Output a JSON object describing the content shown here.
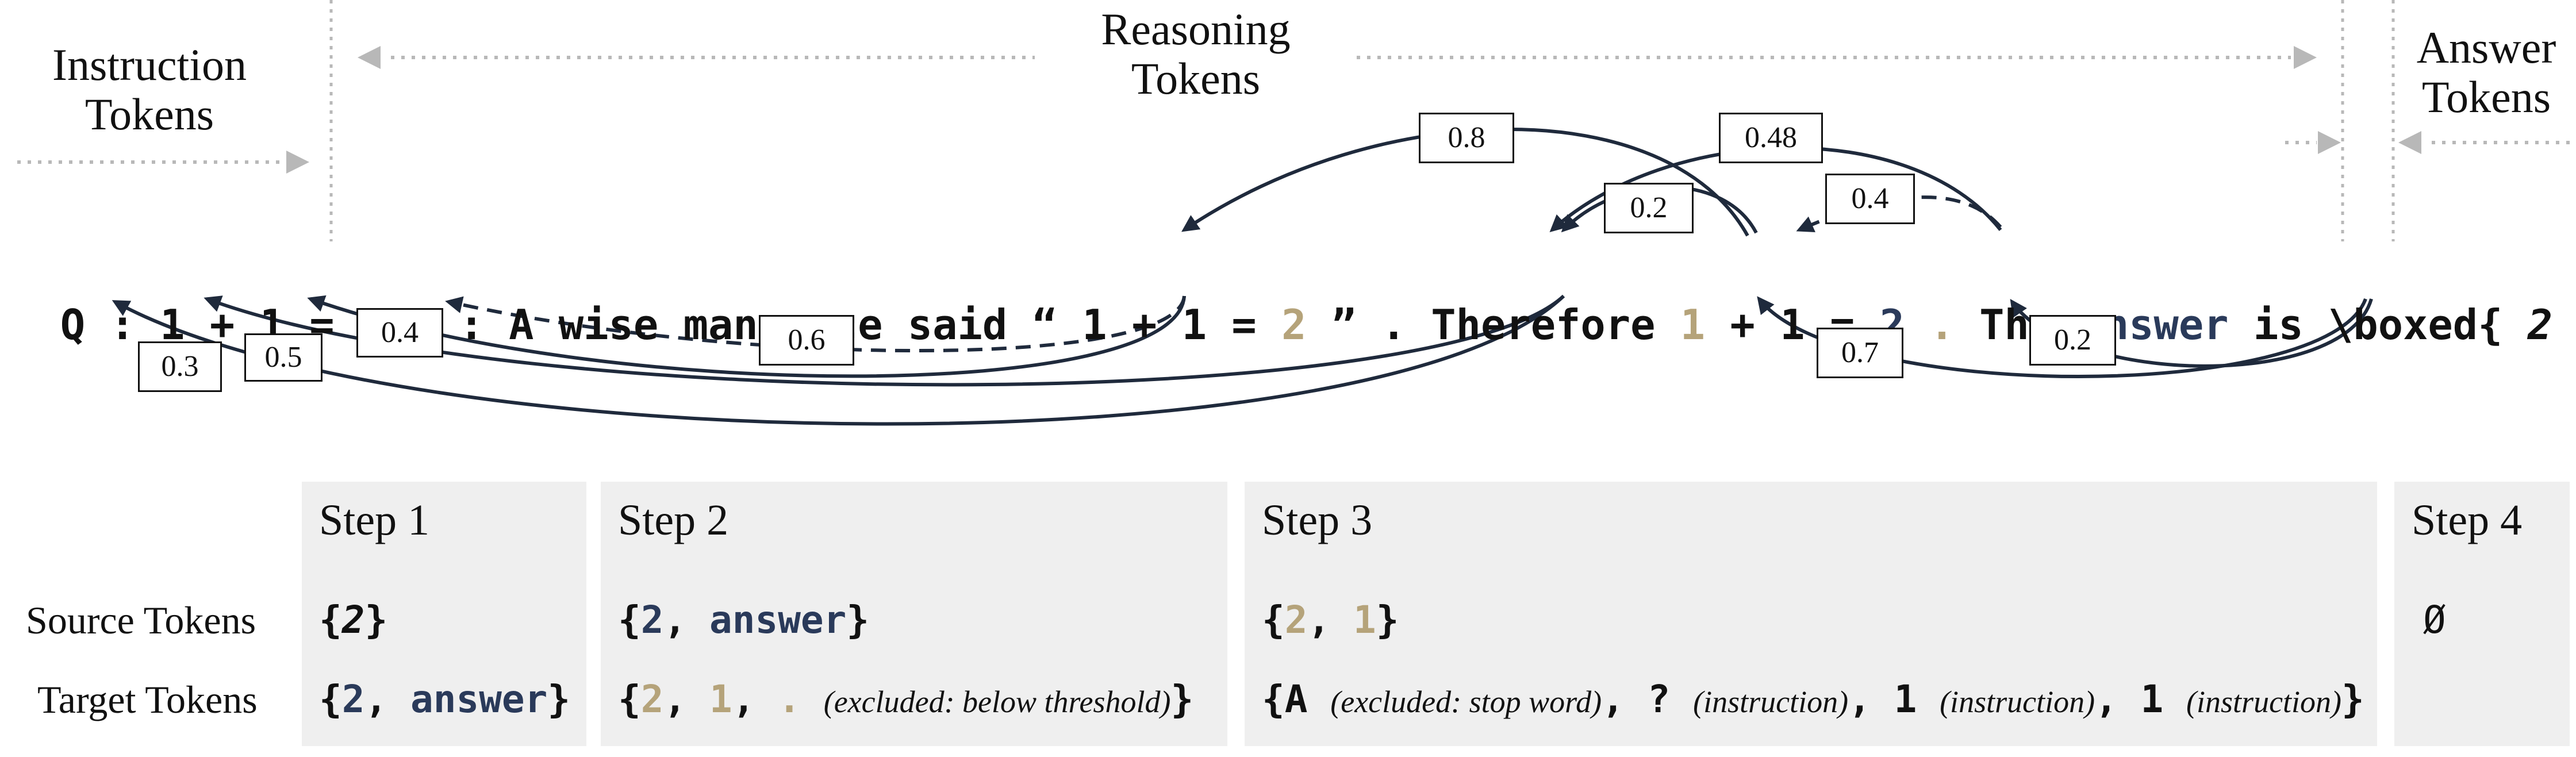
{
  "regions": {
    "instruction": [
      "Instruction",
      "Tokens"
    ],
    "reasoning": [
      "Reasoning",
      "Tokens"
    ],
    "answer": [
      "Answer",
      "Tokens"
    ]
  },
  "tokens": [
    "Q",
    ":",
    "1",
    "+",
    "1",
    "=",
    "?",
    "A",
    ":",
    "A",
    "wise",
    "man",
    "once",
    "said",
    "“",
    "1",
    "+",
    "1",
    "=",
    "2",
    "”",
    ".",
    "Therefore",
    "1",
    "+",
    "1",
    "=",
    "2",
    ".",
    "The",
    "answer",
    "is",
    "\\boxed{",
    "2",
    "}",
    "."
  ],
  "weights": [
    "0.8",
    "0.48",
    "0.2",
    "0.4",
    "0.4",
    "0.6",
    "0.3",
    "0.5",
    "0.7",
    "0.2"
  ],
  "steps": {
    "row_labels": {
      "source": "Source Tokens",
      "target": "Target Tokens"
    },
    "step1": {
      "title": "Step 1",
      "source": [
        "{",
        "2",
        "}"
      ],
      "target": [
        "{",
        "2",
        ", ",
        "answer",
        "}"
      ]
    },
    "step2": {
      "title": "Step 2",
      "source": [
        "{",
        "2",
        ", ",
        "answer",
        "}"
      ],
      "target": [
        "{",
        "2",
        ", ",
        "1",
        ", ",
        ".",
        "(excluded: below threshold)",
        "}"
      ]
    },
    "step3": {
      "title": "Step 3",
      "source": [
        "{",
        "2",
        ", ",
        "1",
        "}"
      ],
      "target": [
        "{",
        "A",
        "(excluded: stop word)",
        ", ",
        "?",
        "(instruction)",
        ", ",
        "1",
        "(instruction)",
        ", ",
        "1",
        "(instruction)",
        "}"
      ]
    },
    "step4": {
      "title": "Step 4",
      "source": "Ø"
    }
  },
  "colors": {
    "highlight_gold": "#b5a37a",
    "highlight_navy": "#2a3a5a",
    "panel_bg": "#efefef",
    "divider": "#b8b8b8",
    "arrow": "#1f2a3c"
  }
}
